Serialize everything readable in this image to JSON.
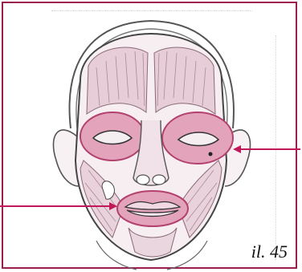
{
  "figure": {
    "caption": "il. 45",
    "accent_color": "#c2185b",
    "highlight_color": "#d98aa8",
    "frame_color": "#9a1f4e",
    "illustration": "anatomical-face-muscles",
    "pointers": [
      {
        "target": "right-orbicularis-oculi",
        "direction": "from-right"
      },
      {
        "target": "orbicularis-oris",
        "direction": "from-left"
      }
    ]
  }
}
